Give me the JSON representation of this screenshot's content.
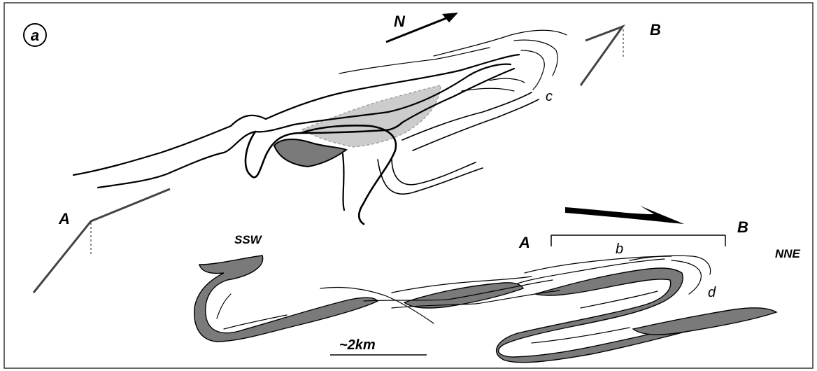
{
  "panel_label": "a",
  "map": {
    "north_label": "N",
    "point_a": "A",
    "point_b": "B",
    "fold_label_c": "c"
  },
  "section": {
    "left_end": "A",
    "right_end": "B",
    "left_direction": "SSW",
    "right_direction": "NNE",
    "label_b": "b",
    "label_d": "d",
    "scale_label": "~2km"
  },
  "colors": {
    "ink": "#000000",
    "dark_layer": "#7a7a7a",
    "light_layer": "#cccccc",
    "section_line": "#444444"
  }
}
